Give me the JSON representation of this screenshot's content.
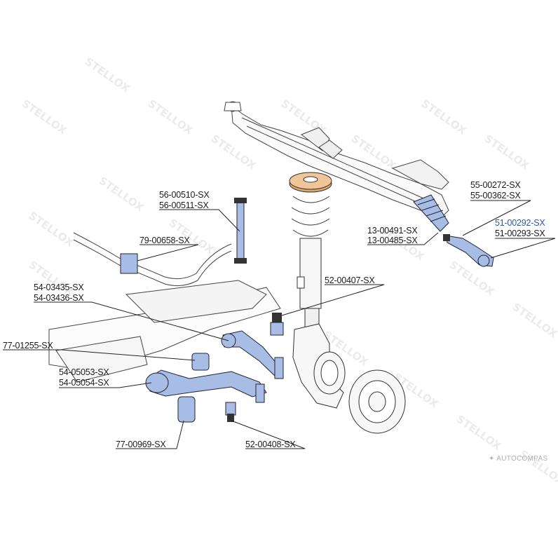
{
  "watermark": "STELLOX",
  "brand_logo": "AUTOCOMPAS",
  "part_numbers": {
    "stab_link_a": "56-00510-SX",
    "stab_link_b": "56-00511-SX",
    "stab_bush": "79-00658-SX",
    "upper_arm_a": "54-03435-SX",
    "upper_arm_b": "54-03436-SX",
    "upper_arm_bush": "77-01255-SX",
    "lower_arm_a": "54-05053-SX",
    "lower_arm_b": "54-05054-SX",
    "lower_arm_bush": "77-00969-SX",
    "ball_joint_upper": "52-00407-SX",
    "ball_joint_lower": "52-00408-SX",
    "boot_a": "55-00272-SX",
    "boot_b": "55-00362-SX",
    "tie_rod_a": "13-00491-SX",
    "tie_rod_b": "13-00485-SX",
    "tie_rod_end_a": "51-00292-SX",
    "tie_rod_end_b": "51-00293-SX"
  },
  "colors": {
    "part_highlight": "#a7bde6",
    "text_highlight": "#2f5a9c",
    "line": "#222222",
    "mount_top": "#e2a56a"
  }
}
